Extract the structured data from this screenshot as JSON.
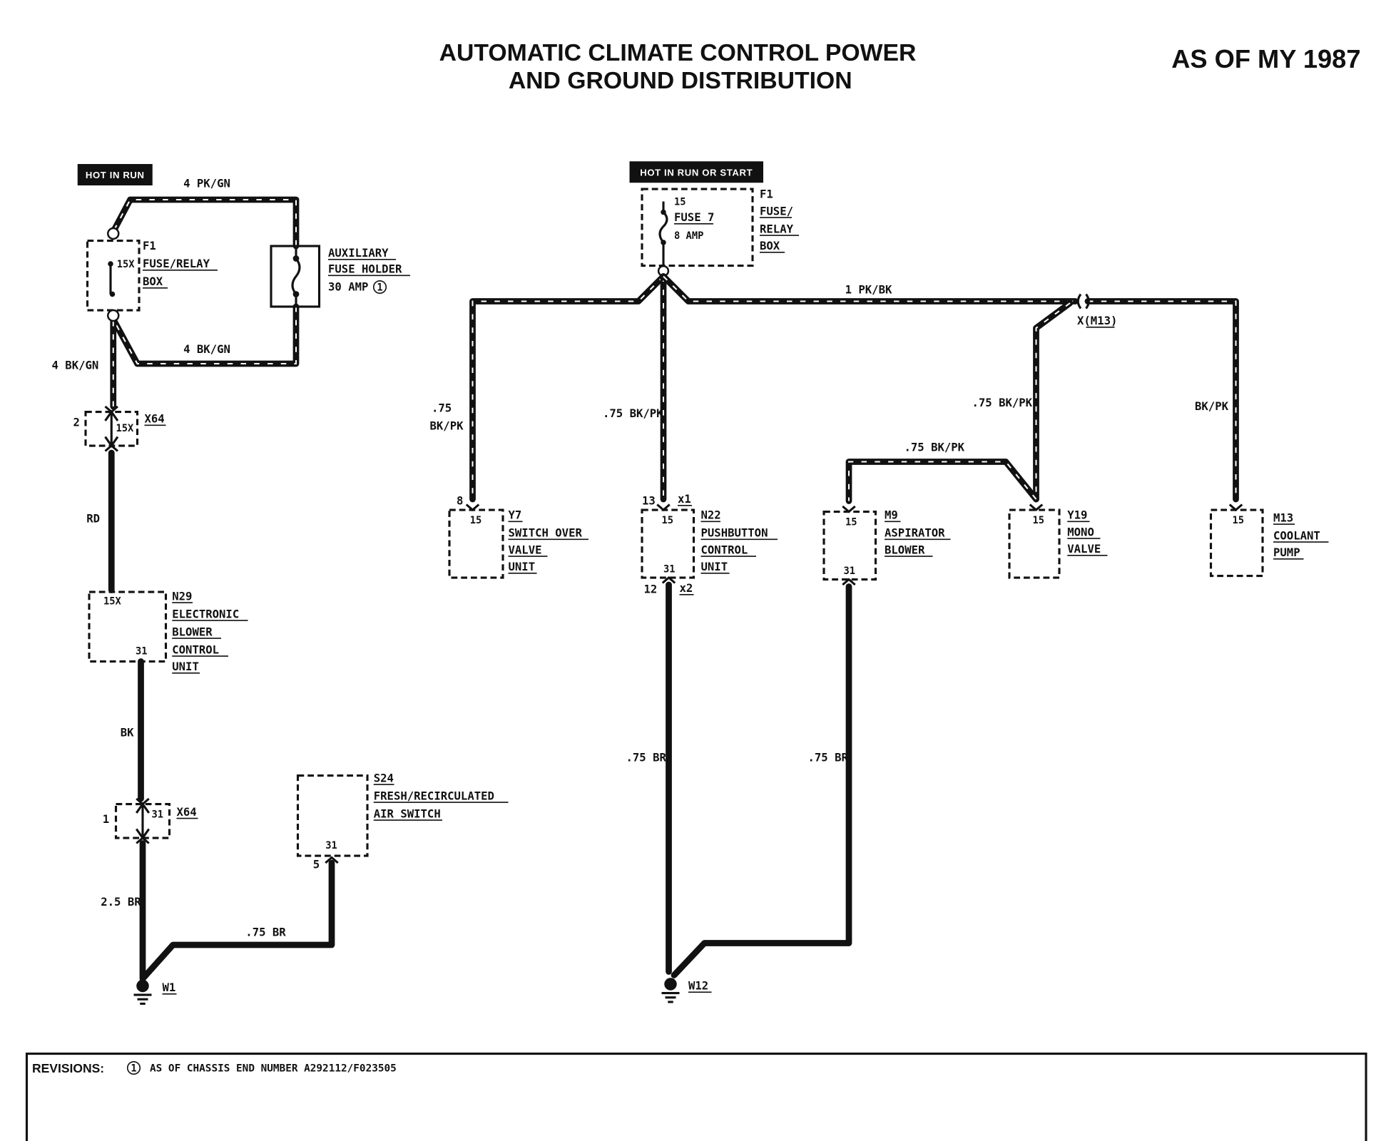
{
  "title": {
    "line1": "AUTOMATIC CLIMATE CONTROL POWER",
    "line2": "AND GROUND DISTRIBUTION",
    "model_year": "AS OF MY 1987"
  },
  "left_circuit": {
    "badge": "HOT IN RUN",
    "f1": {
      "id": "F1",
      "line1": "FUSE/RELAY",
      "line2": "BOX",
      "terminal": "15X"
    },
    "aux_fuse": {
      "line1": "AUXILIARY",
      "line2": "FUSE HOLDER",
      "rating": "30 AMP",
      "revision_mark": "1"
    },
    "wires": {
      "top": "4 PK/GN",
      "bottom": "4 BK/GN",
      "down": "4 BK/GN",
      "rd": "RD",
      "bk": "BK",
      "br_main": "2.5 BR",
      "br_s24": ".75 BR"
    },
    "x64_top": {
      "id": "X64",
      "pin": "2",
      "terminal": "15X"
    },
    "n29": {
      "id": "N29",
      "line1": "ELECTRONIC",
      "line2": "BLOWER",
      "line3": "CONTROL",
      "line4": "UNIT",
      "t_in": "15X",
      "t_out": "31"
    },
    "x64_bottom": {
      "id": "X64",
      "pin": "1",
      "terminal": "31"
    },
    "s24": {
      "id": "S24",
      "line1": "FRESH/RECIRCULATED",
      "line2": "AIR SWITCH",
      "terminal": "31",
      "pin": "5"
    },
    "ground": "W1"
  },
  "right_circuit": {
    "badge": "HOT IN RUN OR START",
    "f1": {
      "id": "F1",
      "line1": "FUSE/",
      "line2": "RELAY",
      "line3": "BOX",
      "terminal": "15",
      "fuse": "FUSE 7",
      "rating": "8 AMP"
    },
    "wires": {
      "main": "1 PK/BK",
      "y7_line1": ".75",
      "y7_line2": "BK/PK",
      "n22": ".75 BK/PK",
      "y19": ".75 BK/PK",
      "m9": ".75 BK/PK",
      "m13": "BK/PK",
      "n22_ground": ".75 BR",
      "m9_ground": ".75 BR"
    },
    "connector": "X(M13)",
    "y7": {
      "id": "Y7",
      "line1": "SWITCH OVER",
      "line2": "VALVE",
      "line3": "UNIT",
      "terminal": "15",
      "pin": "8"
    },
    "n22": {
      "id": "N22",
      "line1": "PUSHBUTTON",
      "line2": "CONTROL",
      "line3": "UNIT",
      "t_in": "15",
      "t_out": "31",
      "pin_in": "13",
      "conn_in": "x1",
      "pin_out": "12",
      "conn_out": "x2"
    },
    "m9": {
      "id": "M9",
      "line1": "ASPIRATOR",
      "line2": "BLOWER",
      "t_in": "15",
      "t_out": "31"
    },
    "y19": {
      "id": "Y19",
      "line1": "MONO",
      "line2": "VALVE",
      "terminal": "15"
    },
    "m13": {
      "id": "M13",
      "line1": "COOLANT",
      "line2": "PUMP",
      "terminal": "15"
    },
    "ground": "W12"
  },
  "revisions": {
    "label": "REVISIONS:",
    "mark": "1",
    "note": "AS OF CHASSIS END NUMBER A292112/F023505"
  }
}
